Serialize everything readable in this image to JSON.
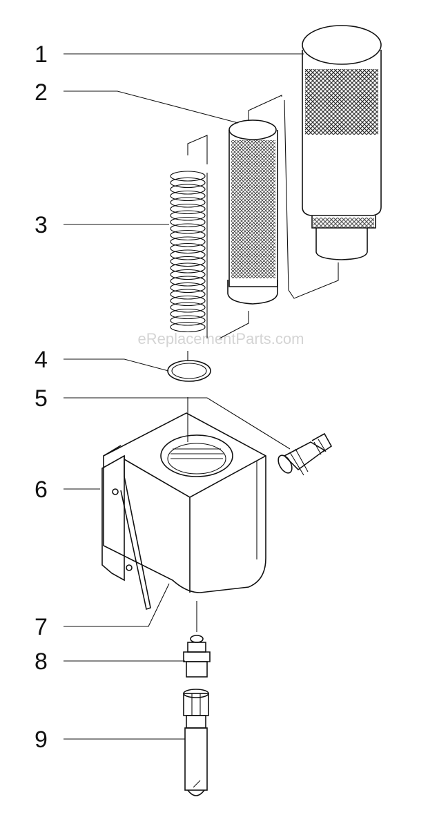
{
  "watermark": "eReplacementParts.com",
  "callouts": [
    {
      "id": "1",
      "label": "1",
      "part": "filter-housing-bowl"
    },
    {
      "id": "2",
      "label": "2",
      "part": "filter-screen-element"
    },
    {
      "id": "3",
      "label": "3",
      "part": "support-spring"
    },
    {
      "id": "4",
      "label": "4",
      "part": "o-ring"
    },
    {
      "id": "5",
      "label": "5",
      "part": "hose-fitting"
    },
    {
      "id": "6",
      "label": "6",
      "part": "mounting-bracket"
    },
    {
      "id": "7",
      "label": "7",
      "part": "filter-block"
    },
    {
      "id": "8",
      "label": "8",
      "part": "nipple-fitting"
    },
    {
      "id": "9",
      "label": "9",
      "part": "swivel-hose-end"
    }
  ],
  "colors": {
    "line": "#111111",
    "background": "#ffffff",
    "watermark": "#d4d4d4"
  }
}
